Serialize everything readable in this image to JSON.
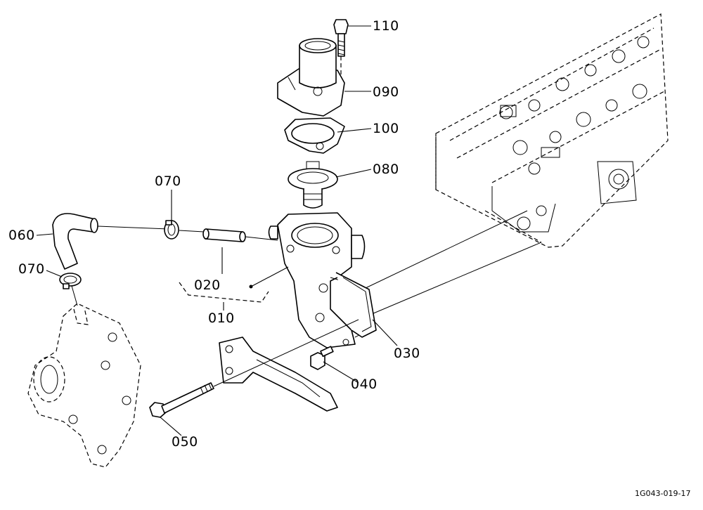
{
  "figure": {
    "reference_code": "1G043-019-17"
  },
  "labels": {
    "p110": "110",
    "p090": "090",
    "p100": "100",
    "p080": "080",
    "p070_top": "070",
    "p060": "060",
    "p070_left": "070",
    "p020": "020",
    "p010": "010",
    "p030": "030",
    "p040": "040",
    "p050": "050"
  }
}
